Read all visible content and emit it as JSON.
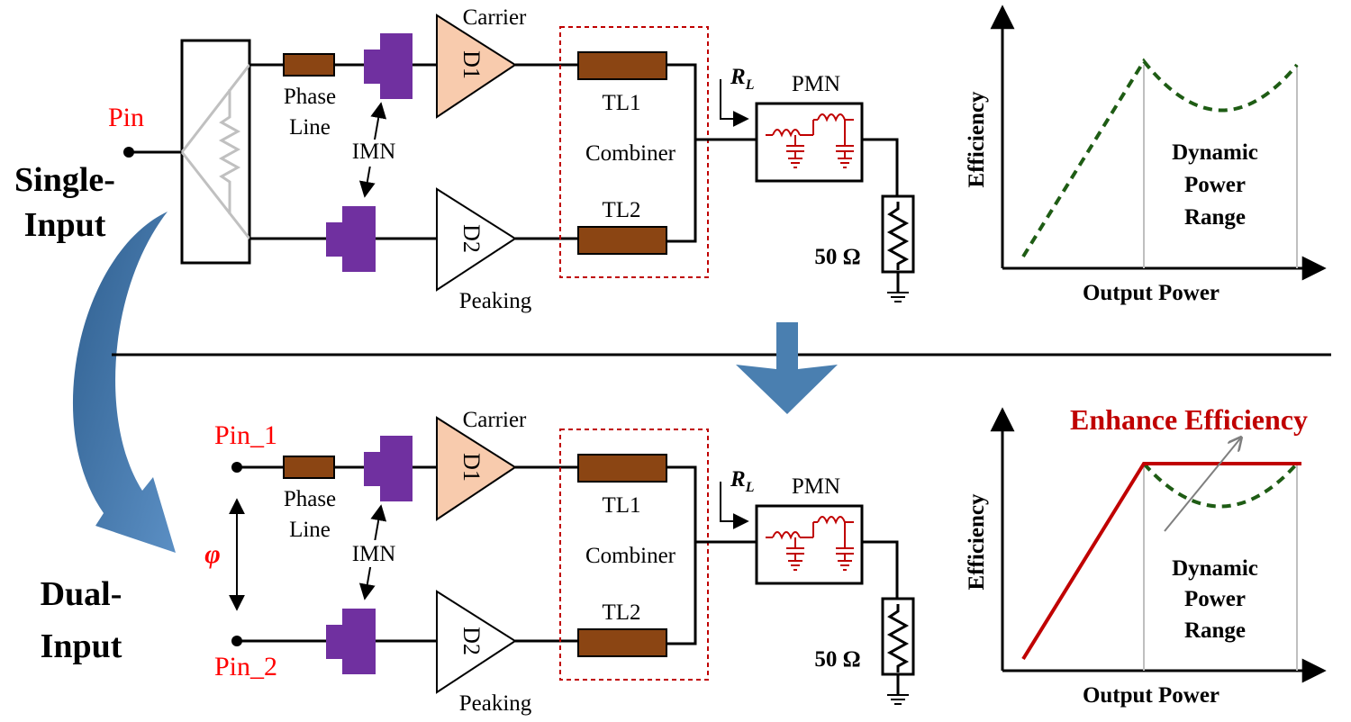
{
  "top": {
    "input_label": "Pin",
    "mode_label_line1": "Single-",
    "mode_label_line2": "Input",
    "phase_line_line1": "Phase",
    "phase_line_line2": "Line",
    "imn_label": "IMN",
    "carrier_label": "Carrier",
    "peaking_label": "Peaking",
    "d1_label": "D1",
    "d2_label": "D2",
    "tl1_label": "TL1",
    "tl2_label": "TL2",
    "combiner_label": "Combiner",
    "rl_label_main": "R",
    "rl_label_sub": "L",
    "pmn_label": "PMN",
    "load_label": "50 Ω"
  },
  "bottom": {
    "input1_label": "Pin_1",
    "input2_label": "Pin_2",
    "phase_symbol": "φ",
    "mode_label_line1": "Dual-",
    "mode_label_line2": "Input",
    "phase_line_line1": "Phase",
    "phase_line_line2": "Line",
    "imn_label": "IMN",
    "carrier_label": "Carrier",
    "peaking_label": "Peaking",
    "d1_label": "D1",
    "d2_label": "D2",
    "tl1_label": "TL1",
    "tl2_label": "TL2",
    "combiner_label": "Combiner",
    "rl_label_main": "R",
    "rl_label_sub": "L",
    "pmn_label": "PMN",
    "load_label": "50 Ω"
  },
  "chart_top": {
    "ylabel": "Efficiency",
    "xlabel": "Output Power",
    "range_line1": "Dynamic",
    "range_line2": "Power",
    "range_line3": "Range"
  },
  "chart_bottom": {
    "ylabel": "Efficiency",
    "xlabel": "Output Power",
    "range_line1": "Dynamic",
    "range_line2": "Power",
    "range_line3": "Range",
    "annotation": "Enhance Efficiency"
  },
  "colors": {
    "red_text": "#ff0000",
    "dark_red": "#c00000",
    "brown": "#8b4513",
    "purple": "#7030a0",
    "peach": "#f8cbad",
    "green_dash": "#1e5c14",
    "blue_arrow": "#4a7fb0",
    "gray": "#bfbfbf"
  }
}
